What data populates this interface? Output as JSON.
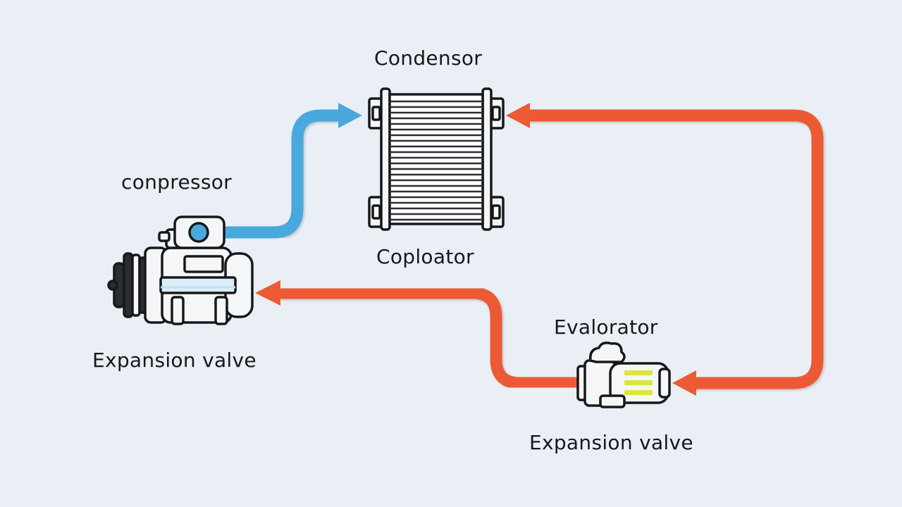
{
  "labels": {
    "condensor": "Condensor",
    "compressor": "conpressor",
    "coploator": "Coploator",
    "expansion_valve_left": "Expansion valve",
    "evalorator": "Evalorator",
    "expansion_valve_right": "Expansion valve"
  },
  "colors": {
    "background": "#e9eff4",
    "cold_line": "#4aa8dc",
    "hot_line": "#ec5a36",
    "outline": "#16181b",
    "highlight": "#dbe63a"
  }
}
